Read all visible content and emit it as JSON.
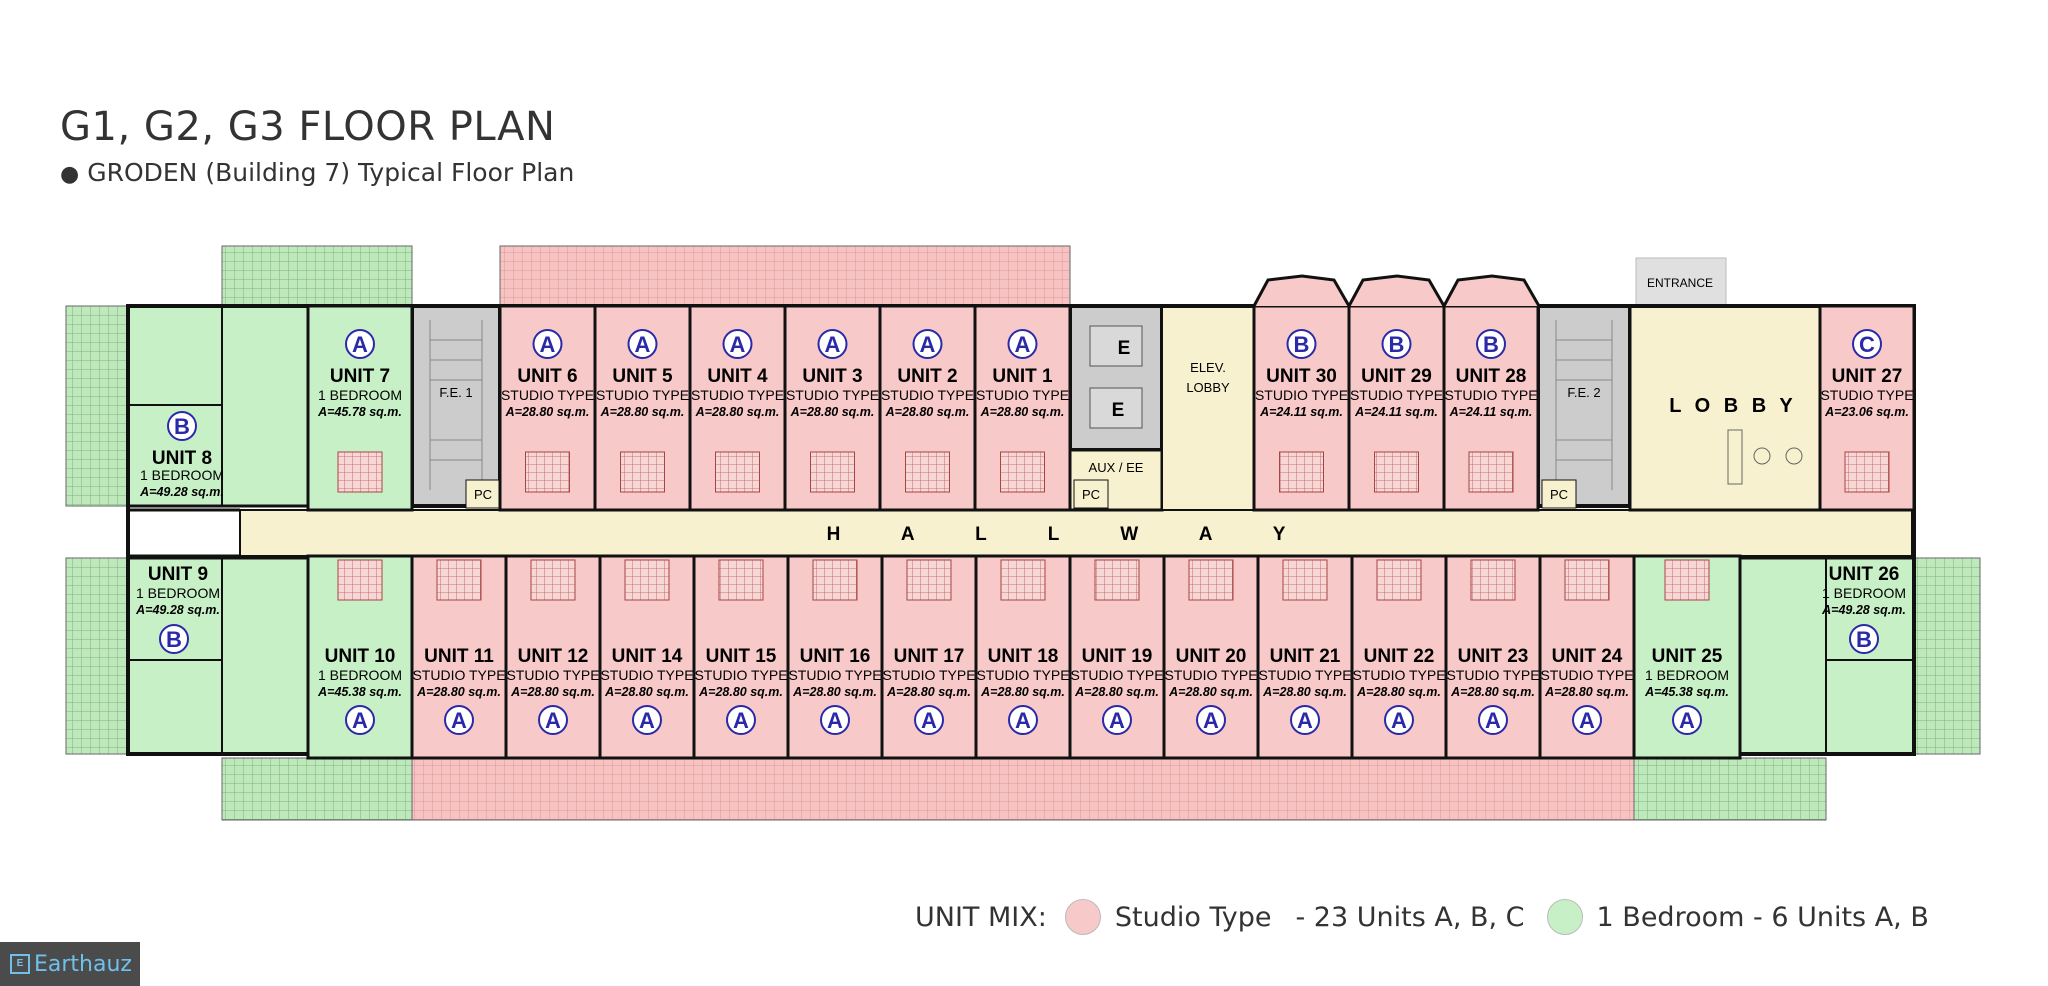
{
  "title": "G1, G2, G3 FLOOR PLAN",
  "subtitle": "GRODEN (Building 7) Typical Floor Plan",
  "hallway_label": "H A L L W A Y",
  "lobby_label": "L O B B Y",
  "entrance_label": "ENTRANCE",
  "elev_lobby_label": [
    "ELEV.",
    "LOBBY"
  ],
  "aux_label": "AUX / EE",
  "elevator_label": "E",
  "fire_exit_1": "F.E. 1",
  "fire_exit_2": "F.E. 2",
  "pc_label": "PC",
  "top_units": [
    {
      "name": "UNIT 7",
      "type": "1 BEDROOM",
      "area": "A=45.78 sq.m.",
      "letter": "A",
      "kind": "bedroom"
    },
    {
      "name": "UNIT 6",
      "type": "STUDIO TYPE",
      "area": "A=28.80 sq.m.",
      "letter": "A",
      "kind": "studio"
    },
    {
      "name": "UNIT 5",
      "type": "STUDIO TYPE",
      "area": "A=28.80 sq.m.",
      "letter": "A",
      "kind": "studio"
    },
    {
      "name": "UNIT 4",
      "type": "STUDIO TYPE",
      "area": "A=28.80 sq.m.",
      "letter": "A",
      "kind": "studio"
    },
    {
      "name": "UNIT 3",
      "type": "STUDIO TYPE",
      "area": "A=28.80 sq.m.",
      "letter": "A",
      "kind": "studio"
    },
    {
      "name": "UNIT 2",
      "type": "STUDIO TYPE",
      "area": "A=28.80 sq.m.",
      "letter": "A",
      "kind": "studio"
    },
    {
      "name": "UNIT 1",
      "type": "STUDIO TYPE",
      "area": "A=28.80 sq.m.",
      "letter": "A",
      "kind": "studio"
    },
    {
      "name": "UNIT 30",
      "type": "STUDIO TYPE",
      "area": "A=24.11 sq.m.",
      "letter": "B",
      "kind": "studio"
    },
    {
      "name": "UNIT 29",
      "type": "STUDIO TYPE",
      "area": "A=24.11 sq.m.",
      "letter": "B",
      "kind": "studio"
    },
    {
      "name": "UNIT 28",
      "type": "STUDIO TYPE",
      "area": "A=24.11 sq.m.",
      "letter": "B",
      "kind": "studio"
    },
    {
      "name": "UNIT 27",
      "type": "STUDIO TYPE",
      "area": "A=23.06 sq.m.",
      "letter": "C",
      "kind": "studio"
    }
  ],
  "corner_units": [
    {
      "name": "UNIT 8",
      "type": "1 BEDROOM",
      "area": "A=49.28 sq.m.",
      "letter": "B",
      "kind": "bedroom"
    },
    {
      "name": "UNIT 9",
      "type": "1 BEDROOM",
      "area": "A=49.28 sq.m.",
      "letter": "B",
      "kind": "bedroom"
    },
    {
      "name": "UNIT 26",
      "type": "1 BEDROOM",
      "area": "A=49.28 sq.m.",
      "letter": "B",
      "kind": "bedroom"
    }
  ],
  "bottom_units": [
    {
      "name": "UNIT 10",
      "type": "1 BEDROOM",
      "area": "A=45.38 sq.m.",
      "letter": "A",
      "kind": "bedroom"
    },
    {
      "name": "UNIT 11",
      "type": "STUDIO TYPE",
      "area": "A=28.80 sq.m.",
      "letter": "A",
      "kind": "studio"
    },
    {
      "name": "UNIT 12",
      "type": "STUDIO TYPE",
      "area": "A=28.80 sq.m.",
      "letter": "A",
      "kind": "studio"
    },
    {
      "name": "UNIT 14",
      "type": "STUDIO TYPE",
      "area": "A=28.80 sq.m.",
      "letter": "A",
      "kind": "studio"
    },
    {
      "name": "UNIT 15",
      "type": "STUDIO TYPE",
      "area": "A=28.80 sq.m.",
      "letter": "A",
      "kind": "studio"
    },
    {
      "name": "UNIT 16",
      "type": "STUDIO TYPE",
      "area": "A=28.80 sq.m.",
      "letter": "A",
      "kind": "studio"
    },
    {
      "name": "UNIT 17",
      "type": "STUDIO TYPE",
      "area": "A=28.80 sq.m.",
      "letter": "A",
      "kind": "studio"
    },
    {
      "name": "UNIT 18",
      "type": "STUDIO TYPE",
      "area": "A=28.80 sq.m.",
      "letter": "A",
      "kind": "studio"
    },
    {
      "name": "UNIT 19",
      "type": "STUDIO TYPE",
      "area": "A=28.80 sq.m.",
      "letter": "A",
      "kind": "studio"
    },
    {
      "name": "UNIT 20",
      "type": "STUDIO TYPE",
      "area": "A=28.80 sq.m.",
      "letter": "A",
      "kind": "studio"
    },
    {
      "name": "UNIT 21",
      "type": "STUDIO TYPE",
      "area": "A=28.80 sq.m.",
      "letter": "A",
      "kind": "studio"
    },
    {
      "name": "UNIT 22",
      "type": "STUDIO TYPE",
      "area": "A=28.80 sq.m.",
      "letter": "A",
      "kind": "studio"
    },
    {
      "name": "UNIT 23",
      "type": "STUDIO TYPE",
      "area": "A=28.80 sq.m.",
      "letter": "A",
      "kind": "studio"
    },
    {
      "name": "UNIT 24",
      "type": "STUDIO TYPE",
      "area": "A=28.80 sq.m.",
      "letter": "A",
      "kind": "studio"
    },
    {
      "name": "UNIT 25",
      "type": "1 BEDROOM",
      "area": "A=45.38 sq.m.",
      "letter": "A",
      "kind": "bedroom"
    }
  ],
  "legend": {
    "title": "UNIT MIX:",
    "studio": "Studio Type",
    "studio_count": "- 23 Units A, B, C",
    "bedroom": "1 Bedroom - 6 Units A, B"
  },
  "logo_text": "Earthauz",
  "colors": {
    "studio": "#f8c9c9",
    "bedroom": "#c8f0c6",
    "hallway": "#f8f1cf",
    "stair": "#cccccc",
    "balcony_studio": "#f6bcbc",
    "balcony_bedroom": "#b7e6b4",
    "wall": "#111111",
    "letter": "#2a2aa8"
  }
}
